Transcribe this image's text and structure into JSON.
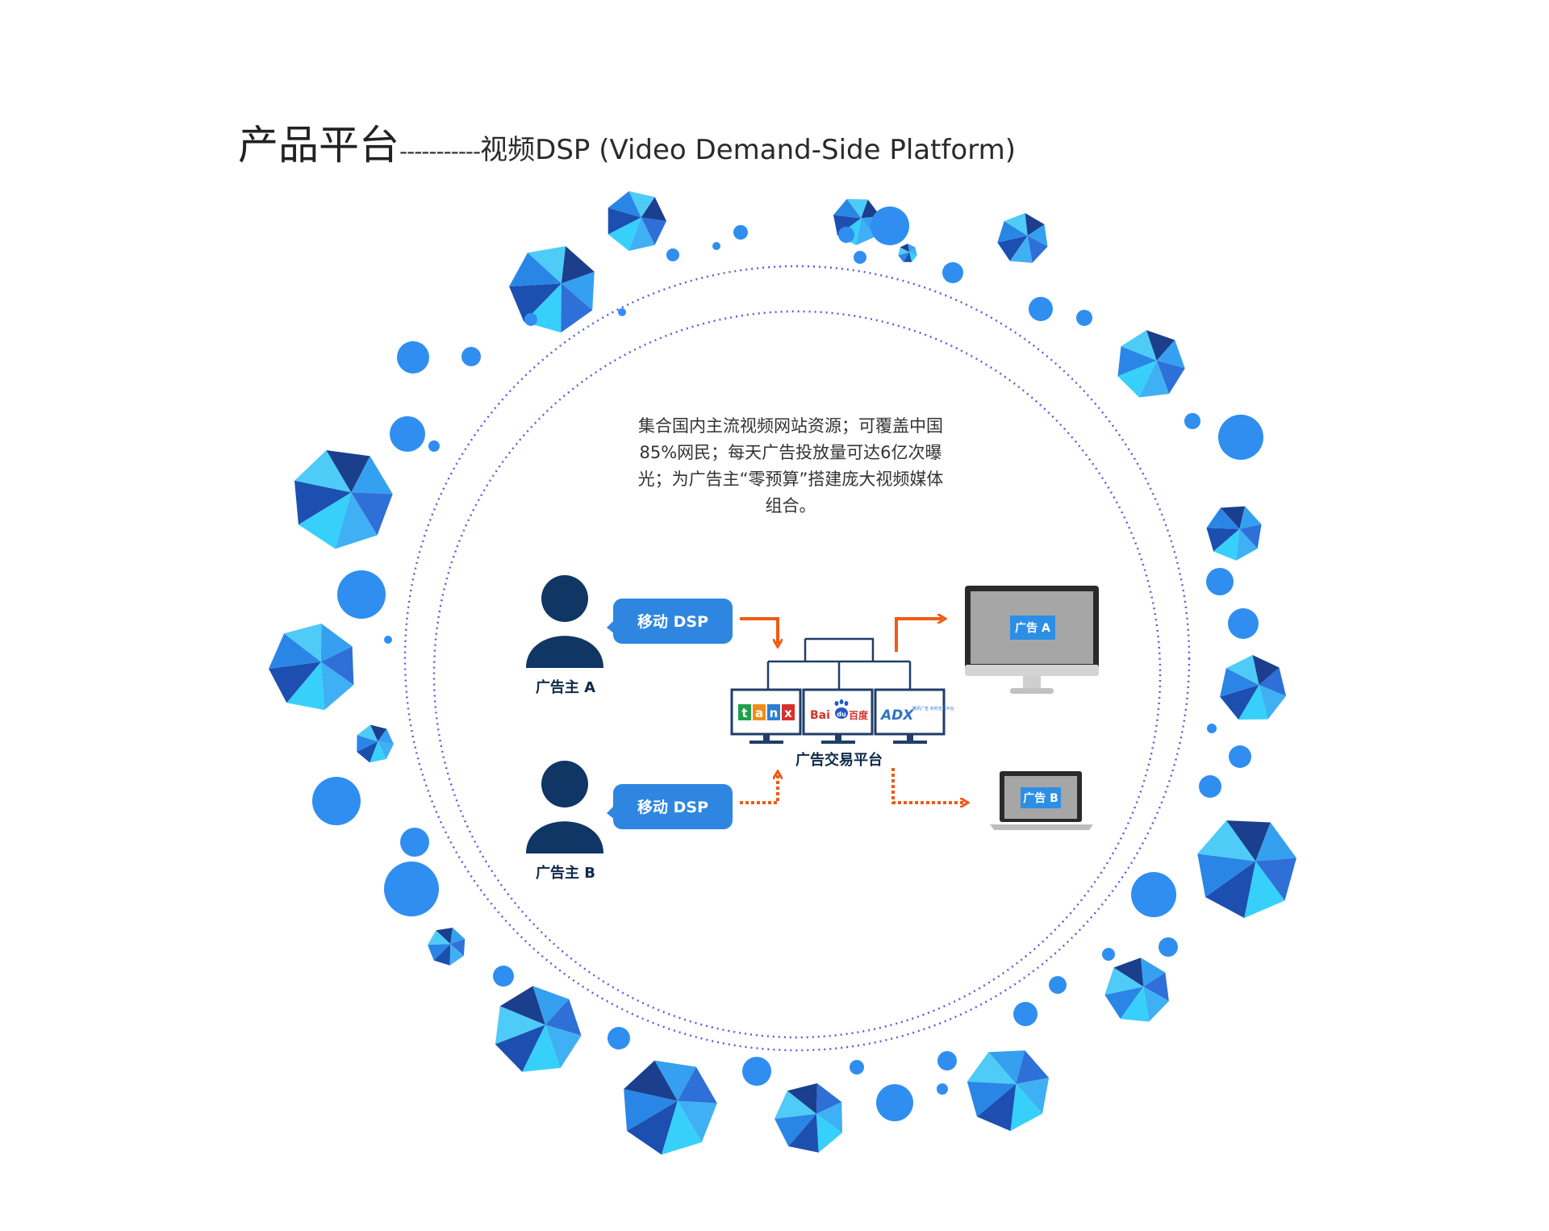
{
  "header": {
    "title": "产品平台",
    "separator": "-----------",
    "subtitle": "视频DSP (Video Demand-Side Platform)"
  },
  "description": {
    "lines": [
      "集合国内主流视频网站资源；可覆盖中国",
      "85%网民；每天广告投放量可达6亿次曝",
      "光；为广告主“零预算”搭建庞大视频媒体",
      "组合。"
    ]
  },
  "advertisers": [
    {
      "bubble": "移动 DSP",
      "label": "广告主 A"
    },
    {
      "bubble": "移动 DSP",
      "label": "广告主 B"
    }
  ],
  "exchange": {
    "label": "广告交易平台",
    "logos": [
      {
        "name": "tanx",
        "letters": [
          "t",
          "a",
          "n",
          "x"
        ],
        "colors": [
          "#1fa04a",
          "#f08d1b",
          "#2d7fd1",
          "#d8312b"
        ]
      },
      {
        "name": "baidu",
        "left_text": "Bai",
        "paw_text": "du",
        "right_text": "百度",
        "color": "#d8312b",
        "paw_color": "#2458c8"
      },
      {
        "name": "adx",
        "text": "ADX",
        "caption": "腾讯广告 实时交易平台",
        "color": "#2b74c7"
      }
    ]
  },
  "outputs": [
    {
      "device": "desktop-monitor",
      "ad_label": "广告 A"
    },
    {
      "device": "laptop",
      "ad_label": "广告 B"
    }
  ],
  "colors": {
    "person": "#0f3664",
    "bubble": "#2f86e0",
    "arrow": "#f05a16",
    "ring": "#5b5fd6",
    "dot": "#2f8ef0",
    "ad_box": "#2d8ee6",
    "screen_gray": "#a6a6a6"
  }
}
